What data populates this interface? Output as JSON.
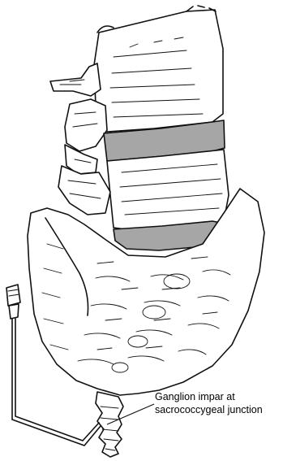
{
  "labels": {
    "ganglion_line1": "Ganglion impar at",
    "ganglion_line2": "sacrococcygeal junction"
  },
  "colors": {
    "ink": "#111111",
    "disc_fill": "#a6a6a6",
    "background": "#ffffff"
  },
  "icons": [
    "lumbar-vertebra-drawing",
    "sacrum-drawing",
    "coccyx-drawing",
    "spinal-needle-drawing"
  ]
}
